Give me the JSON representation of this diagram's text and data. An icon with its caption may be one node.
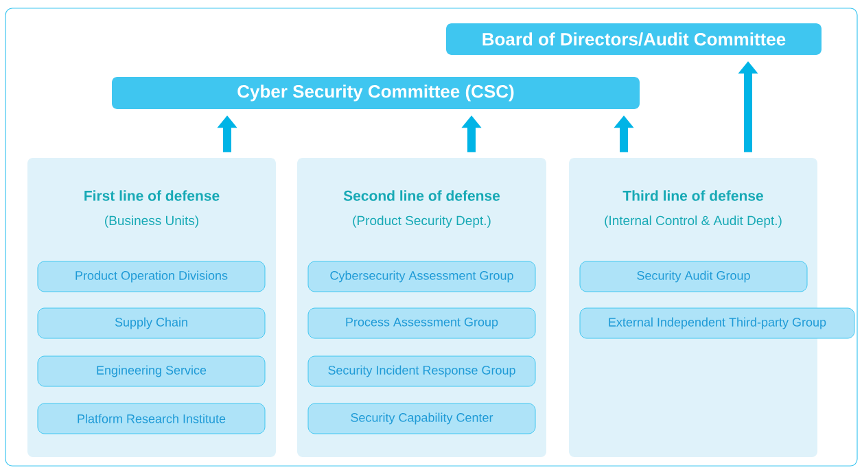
{
  "diagram": {
    "nodes": [
      {
        "text": [
          "Board of Directors/Audit Committee"
        ]
      },
      {
        "text": [
          "Cyber Security Committee (CSC)"
        ]
      },
      {
        "text": [
          "First line of defense",
          "(Business Units)"
        ]
      },
      {
        "text": [
          "Product Operation Divisions"
        ],
        "in": 2
      },
      {
        "text": [
          "Supply Chain"
        ],
        "in": 2
      },
      {
        "text": [
          "Engineering Service"
        ],
        "in": 2
      },
      {
        "text": [
          "Platform Research Institute"
        ],
        "in": 2
      },
      {
        "text": [
          "Second line of defense",
          "(Product Security Dept.)"
        ]
      },
      {
        "text": [
          "Cybersecurity Assessment Group"
        ],
        "in": 7
      },
      {
        "text": [
          "Process Assessment Group"
        ],
        "in": 7
      },
      {
        "text": [
          "Security Incident Response Group"
        ],
        "in": 7
      },
      {
        "text": [
          "Security Capability Center"
        ],
        "in": 7
      },
      {
        "text": [
          "Third line of defense",
          "(Internal Control & Audit Dept.)"
        ]
      },
      {
        "text": [
          "Security Audit Group"
        ],
        "in": 12
      },
      {
        "text": [
          "External Independent Third-party Group"
        ]
      }
    ],
    "edges": [
      {
        "from": 2,
        "to": 1,
        "arrow": "to"
      },
      {
        "from": 7,
        "to": 1,
        "arrow": "to"
      },
      {
        "from": 12,
        "to": 1,
        "arrow": "to"
      },
      {
        "from": 12,
        "to": 0,
        "arrow": "to"
      }
    ]
  }
}
